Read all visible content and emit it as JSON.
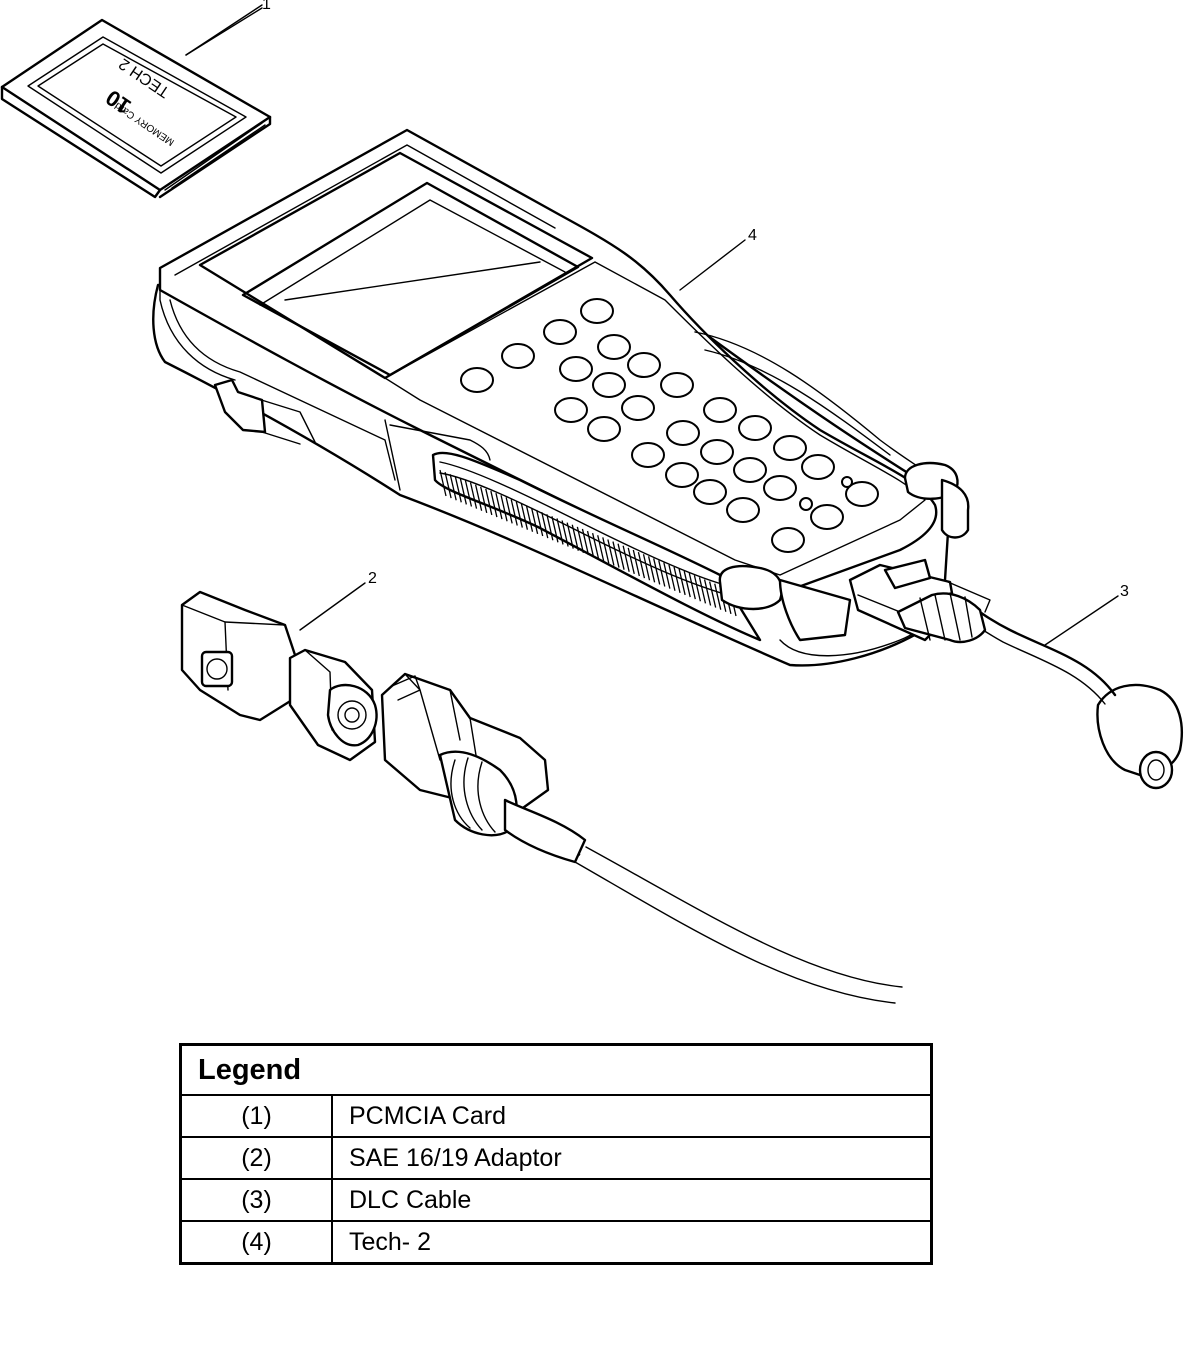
{
  "callouts": [
    "1",
    "2",
    "3",
    "4"
  ],
  "card_print": {
    "brand": "TECH 2",
    "card_label": "MEMORY Card",
    "capacity": "10"
  },
  "legend": {
    "title": "Legend",
    "rows": [
      {
        "num": "(1)",
        "desc": "PCMCIA Card"
      },
      {
        "num": "(2)",
        "desc": "SAE 16/19 Adaptor"
      },
      {
        "num": "(3)",
        "desc": "DLC Cable"
      },
      {
        "num": "(4)",
        "desc": "Tech- 2"
      }
    ]
  }
}
